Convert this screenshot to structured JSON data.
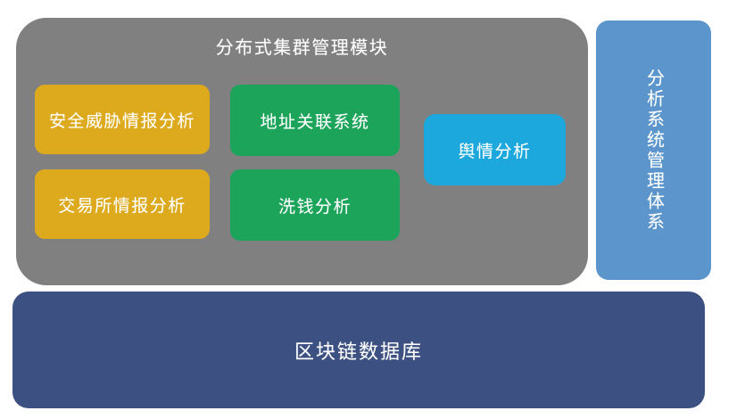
{
  "diagram": {
    "title": "分布式集群管理模块",
    "cluster": {
      "label": "分布式集群管理模块",
      "color": "#808080",
      "modules": [
        {
          "id": "threat-intel",
          "label": "安全威胁情报分析",
          "color": "#DDAA1E"
        },
        {
          "id": "exchange-intel",
          "label": "交易所情报分析",
          "color": "#DDAA1E"
        },
        {
          "id": "address-link",
          "label": "地址关联系统",
          "color": "#1CA45A"
        },
        {
          "id": "money-laundering",
          "label": "洗钱分析",
          "color": "#1CA45A"
        },
        {
          "id": "public-opinion",
          "label": "舆情分析",
          "color": "#1CA8DC"
        }
      ]
    },
    "sidebar": {
      "label": "分析系统管理体系",
      "color": "#5B95CB",
      "orientation": "vertical"
    },
    "database": {
      "label": "区块链数据库",
      "color": "#3C5182"
    }
  }
}
